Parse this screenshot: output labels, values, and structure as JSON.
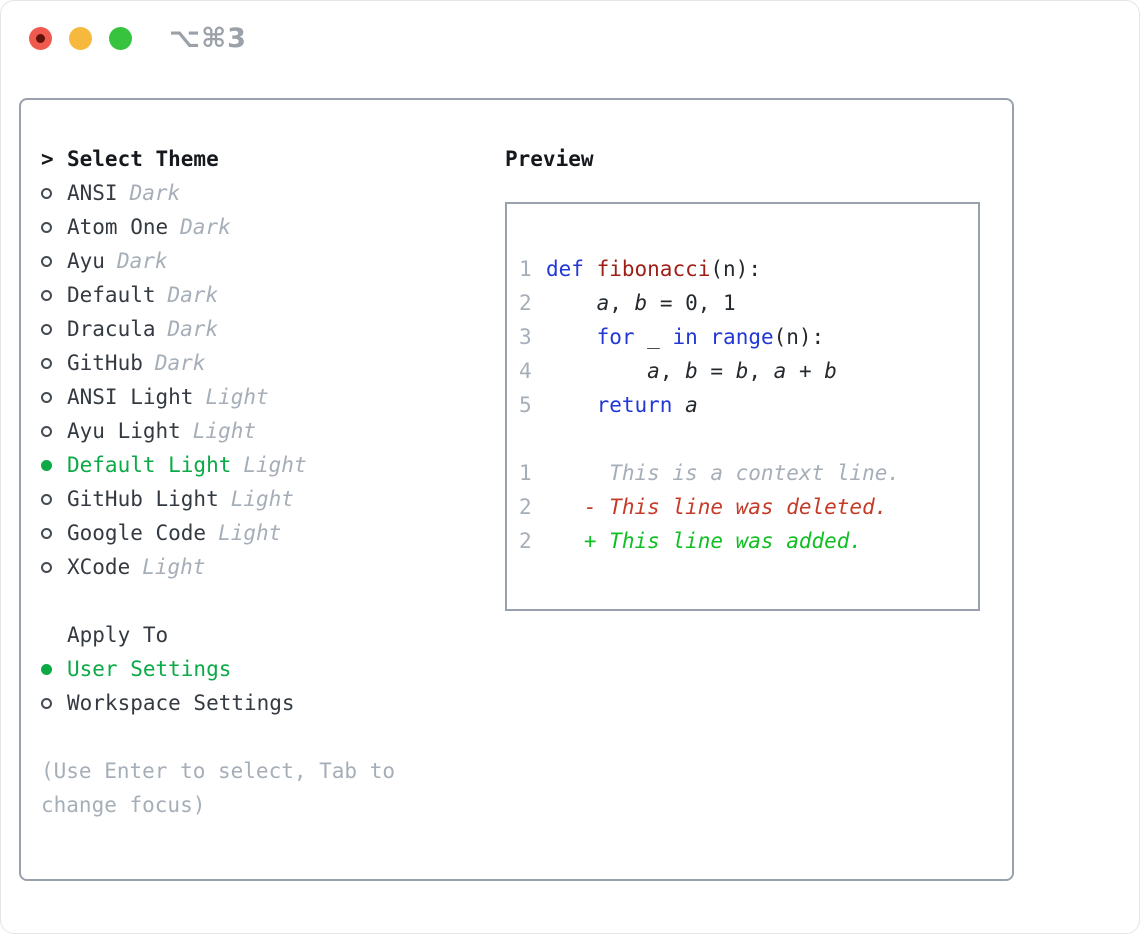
{
  "colors": {
    "accent_green": "#0caa47",
    "diff_added_green": "#10bf23",
    "diff_deleted_red": "#c43b28",
    "keyword_blue": "#2238d4",
    "function_red": "#9e1f16",
    "muted_gray": "#a6aeb8",
    "text_dark": "#343a41",
    "heading_black": "#15181c",
    "code_text": "#24292e",
    "border_gray": "#99a1ac",
    "traffic_red": "#f0594e",
    "traffic_red_dot": "#5f1209",
    "traffic_yellow": "#f6b83d",
    "traffic_green": "#38c33f",
    "titlebar_text": "#9ba1a8"
  },
  "window": {
    "shortcut": "⌥⌘3",
    "traffic_lights": [
      "close",
      "minimize",
      "zoom"
    ]
  },
  "sidebar": {
    "prompt": ">",
    "title": "Select Theme",
    "themes": [
      {
        "name": "ANSI",
        "tag": "Dark",
        "selected": false
      },
      {
        "name": "Atom One",
        "tag": "Dark",
        "selected": false
      },
      {
        "name": "Ayu",
        "tag": "Dark",
        "selected": false
      },
      {
        "name": "Default",
        "tag": "Dark",
        "selected": false
      },
      {
        "name": "Dracula",
        "tag": "Dark",
        "selected": false
      },
      {
        "name": "GitHub",
        "tag": "Dark",
        "selected": false
      },
      {
        "name": "ANSI Light",
        "tag": "Light",
        "selected": false
      },
      {
        "name": "Ayu Light",
        "tag": "Light",
        "selected": false
      },
      {
        "name": "Default Light",
        "tag": "Light",
        "selected": true
      },
      {
        "name": "GitHub Light",
        "tag": "Light",
        "selected": false
      },
      {
        "name": "Google Code",
        "tag": "Light",
        "selected": false
      },
      {
        "name": "XCode",
        "tag": "Light",
        "selected": false
      }
    ],
    "apply_title": "Apply To",
    "apply_options": [
      {
        "label": "User Settings",
        "selected": true
      },
      {
        "label": "Workspace Settings",
        "selected": false
      }
    ],
    "help": "(Use Enter to select, Tab to\nchange focus)"
  },
  "preview": {
    "title": "Preview",
    "code_lines": [
      {
        "num": "1",
        "segments": [
          {
            "t": "def",
            "c": "kw"
          },
          {
            "t": " ",
            "c": "plain"
          },
          {
            "t": "fibonacci",
            "c": "fn"
          },
          {
            "t": "(n):",
            "c": "plain"
          }
        ]
      },
      {
        "num": "2",
        "segments": [
          {
            "t": "    ",
            "c": "plain"
          },
          {
            "t": "a",
            "c": "var"
          },
          {
            "t": ", ",
            "c": "plain"
          },
          {
            "t": "b",
            "c": "var"
          },
          {
            "t": " = 0, 1",
            "c": "plain"
          }
        ]
      },
      {
        "num": "3",
        "segments": [
          {
            "t": "    ",
            "c": "plain"
          },
          {
            "t": "for",
            "c": "kw"
          },
          {
            "t": " _ ",
            "c": "plain"
          },
          {
            "t": "in",
            "c": "kw"
          },
          {
            "t": " ",
            "c": "plain"
          },
          {
            "t": "range",
            "c": "kw"
          },
          {
            "t": "(n):",
            "c": "plain"
          }
        ]
      },
      {
        "num": "4",
        "segments": [
          {
            "t": "        ",
            "c": "plain"
          },
          {
            "t": "a",
            "c": "var"
          },
          {
            "t": ", ",
            "c": "plain"
          },
          {
            "t": "b",
            "c": "var"
          },
          {
            "t": " = ",
            "c": "plain"
          },
          {
            "t": "b",
            "c": "var"
          },
          {
            "t": ", ",
            "c": "plain"
          },
          {
            "t": "a",
            "c": "var"
          },
          {
            "t": " + ",
            "c": "plain"
          },
          {
            "t": "b",
            "c": "var"
          }
        ]
      },
      {
        "num": "5",
        "segments": [
          {
            "t": "    ",
            "c": "plain"
          },
          {
            "t": "return",
            "c": "kw"
          },
          {
            "t": " ",
            "c": "plain"
          },
          {
            "t": "a",
            "c": "var"
          }
        ]
      },
      {
        "num": "",
        "segments": []
      },
      {
        "num": "1",
        "segments": [
          {
            "t": "     This is a context line.",
            "c": "ctx"
          }
        ]
      },
      {
        "num": "2",
        "segments": [
          {
            "t": "   - This line was deleted.",
            "c": "del"
          }
        ]
      },
      {
        "num": "2",
        "segments": [
          {
            "t": "   + This line was added.",
            "c": "add"
          }
        ]
      }
    ]
  }
}
